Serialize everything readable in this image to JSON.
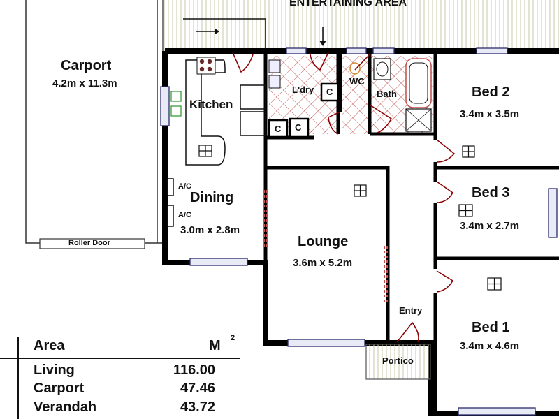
{
  "labels": {
    "entertaining_area": "ENTERTAINING AREA",
    "carport": "Carport",
    "carport_dim": "4.2m x 11.3m",
    "roller_door": "Roller Door",
    "kitchen": "Kitchen",
    "laundry": "L'dry",
    "wc": "WC",
    "bath": "Bath",
    "bed2": "Bed 2",
    "bed2_dim": "3.4m x 3.5m",
    "ac1": "A/C",
    "ac2": "A/C",
    "dining": "Dining",
    "dining_dim": "3.0m x 2.8m",
    "lounge": "Lounge",
    "lounge_dim": "3.6m x 5.2m",
    "bed3": "Bed 3",
    "bed3_dim": "3.4m x 2.7m",
    "entry": "Entry",
    "portico": "Portico",
    "bed1": "Bed 1",
    "bed1_dim": "3.4m x 4.6m",
    "cupboard": "C"
  },
  "area_table": {
    "header_label": "Area",
    "header_unit": "M",
    "header_unit_sup": "2",
    "rows": [
      {
        "name": "Living",
        "value": "116.00"
      },
      {
        "name": "Carport",
        "value": "47.46"
      },
      {
        "name": "Verandah",
        "value": "43.72"
      }
    ]
  },
  "colors": {
    "wall": "#000000",
    "door_swing": "#8b0000",
    "window_fill": "#e8eaf6",
    "window_stroke": "#2b2b6b",
    "tile_hatch": "#c0504d",
    "stove_dot": "#6b2a2a",
    "sink": "#3a9a3a",
    "verandah_hatch": "#c8c8a8",
    "wc_fixture": "#d08a2a"
  }
}
